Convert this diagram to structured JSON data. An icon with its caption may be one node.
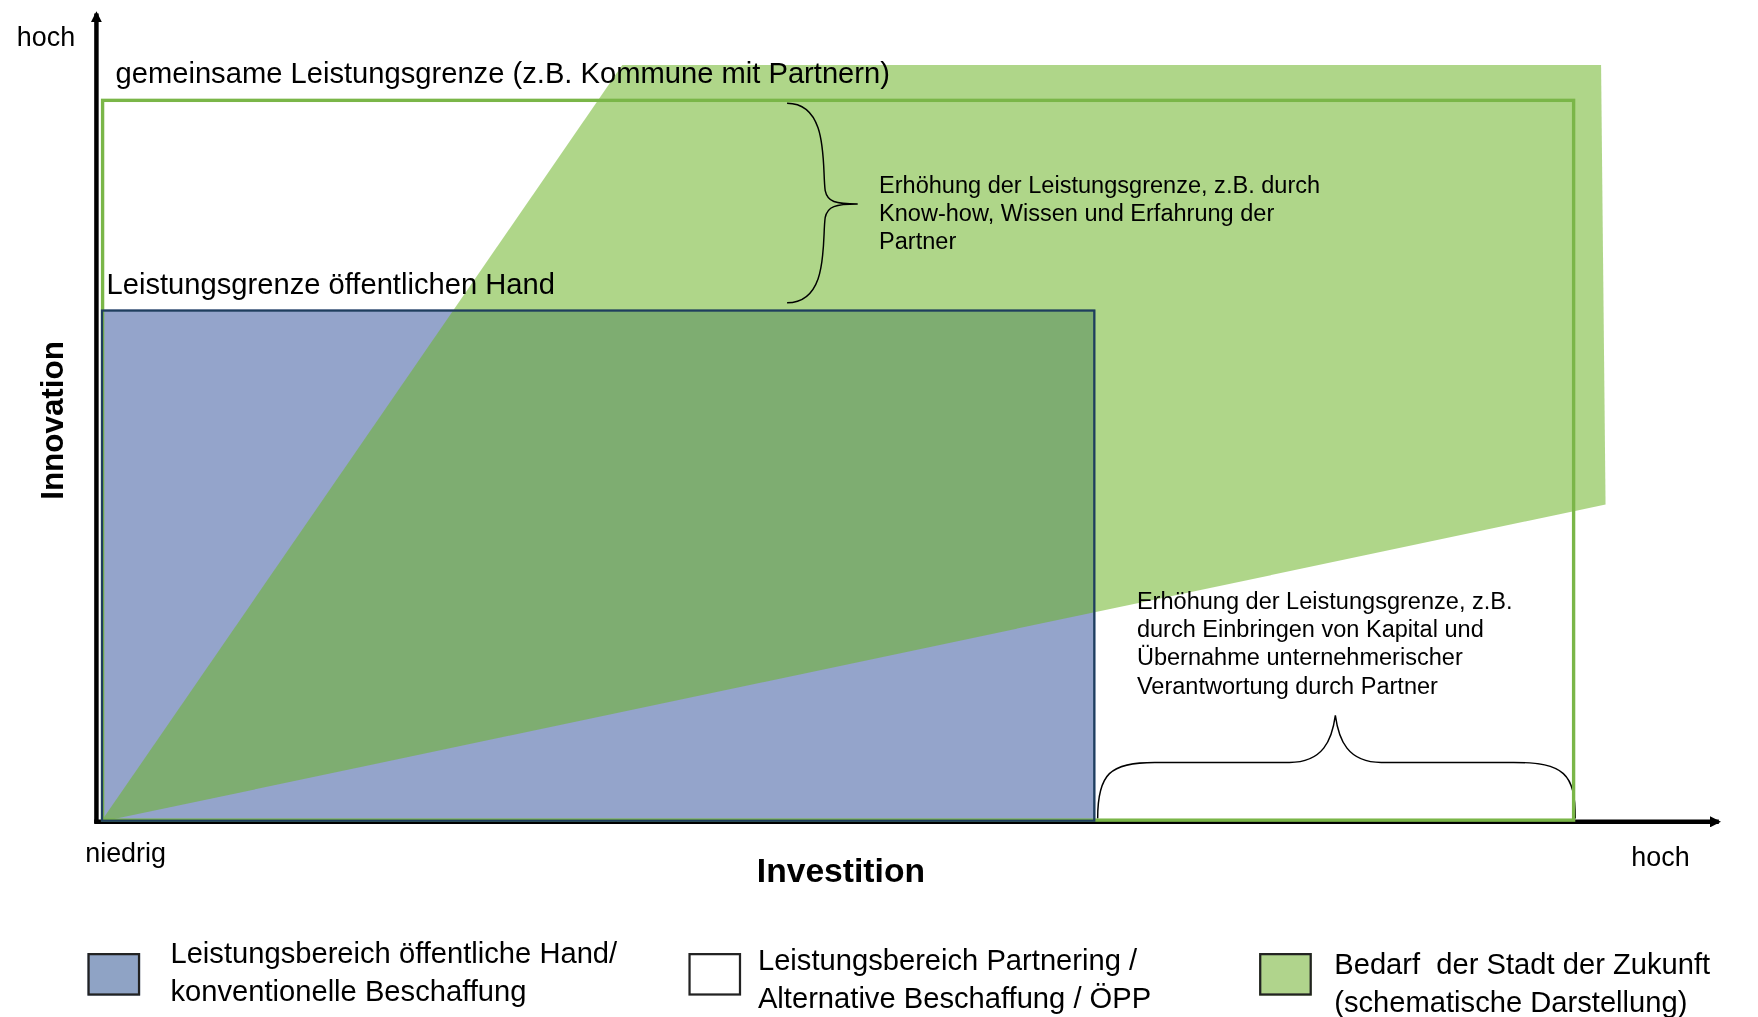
{
  "diagram": {
    "nodes": [
      {
        "text": [
          "gemeinsame Leistungsgrenze (z.B. Kommune mit Partnern)"
        ]
      },
      {
        "text": [
          "Leistungsgrenze öffentlichen Hand"
        ],
        "in": 0
      }
    ],
    "labels": [
      "hoch",
      "Erhöhung der Leistungsgrenze, z.B. durch Know-how, Wissen und Erfahrung der Partner",
      "Innovation",
      "Erhöhung der Leistungsgrenze, z.B. durch Einbringen von Kapital und Übernahme unternehmerischer Verantwortung durch Partner",
      "niedrig",
      "Investition",
      "hoch"
    ],
    "legend": [
      {
        "text": "Leistungsbereich öffentliche Hand/ konventionelle Beschaffung",
        "color": "#8fa3c5"
      },
      {
        "text": "Leistungsbereich Partnering / Alternative Beschaffung / ÖPP",
        "color": "#ffffff"
      },
      {
        "text": "Bedarf  der Stadt der Zukunft (schematische Darstellung)",
        "color": "#b0d48c"
      }
    ]
  }
}
